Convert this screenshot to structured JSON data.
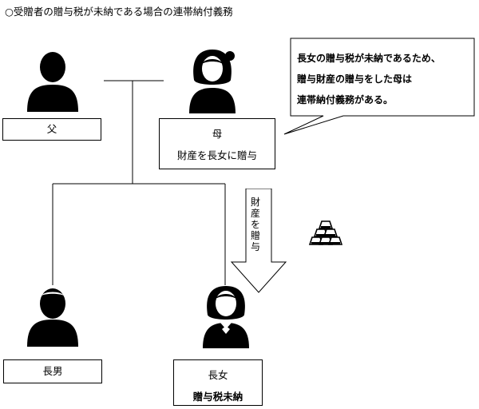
{
  "title": "○受贈者の贈与税が未納である場合の連帯納付義務",
  "father": {
    "label": "父"
  },
  "mother": {
    "label": "母",
    "note": "財産を長女に贈与"
  },
  "son": {
    "label": "長男"
  },
  "daughter": {
    "label": "長女",
    "note": "贈与税未納"
  },
  "callout": {
    "lines": [
      "長女の贈与税が未納であるため、",
      "贈与財産の贈与をした母は",
      "連帯納付義務がある。"
    ]
  },
  "arrow": {
    "label": "財産を贈与"
  },
  "icons": {
    "father": "man-icon",
    "mother": "woman-icon",
    "son": "man-icon",
    "daughter": "woman-icon",
    "gold": "gold-bars-icon"
  }
}
